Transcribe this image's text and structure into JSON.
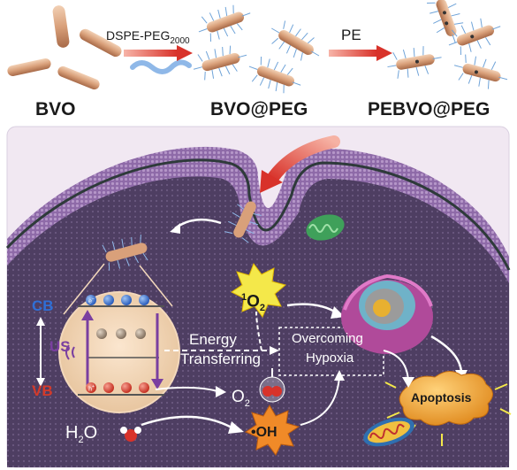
{
  "top": {
    "bvo_label": "BVO",
    "arrow1_label": "DSPE-PEG",
    "arrow1_sub": "2000",
    "bvopeg_label": "BVO@PEG",
    "arrow2_label": "PE",
    "pebvo_label": "PEBVO@PEG"
  },
  "cell": {
    "cb": "CB",
    "vb": "VB",
    "us": "US",
    "electron": "e",
    "electron_sup": "−",
    "hole": "h",
    "hole_sup": "+",
    "energy": "Energy",
    "transferring": "Transferring",
    "singlet_sup": "1",
    "singlet_main": "O",
    "singlet_sub": "2",
    "overcoming": "Overcoming",
    "hypoxia": "Hypoxia",
    "o2_main": "O",
    "o2_sub": "2",
    "water_main": "H",
    "water_sub": "2",
    "water_o": "O",
    "oh": "•OH",
    "apoptosis": "Apoptosis"
  },
  "colors": {
    "membrane": "#8e6aa8",
    "cytoplasm": "#4a3a5e",
    "cb_blue": "#2f6fd6",
    "vb_red": "#d43a2a",
    "arrow_red": "#e0453a",
    "apoptosis": "#f0a030",
    "star_yellow": "#f4e84a",
    "star_orange": "#f08a28"
  }
}
